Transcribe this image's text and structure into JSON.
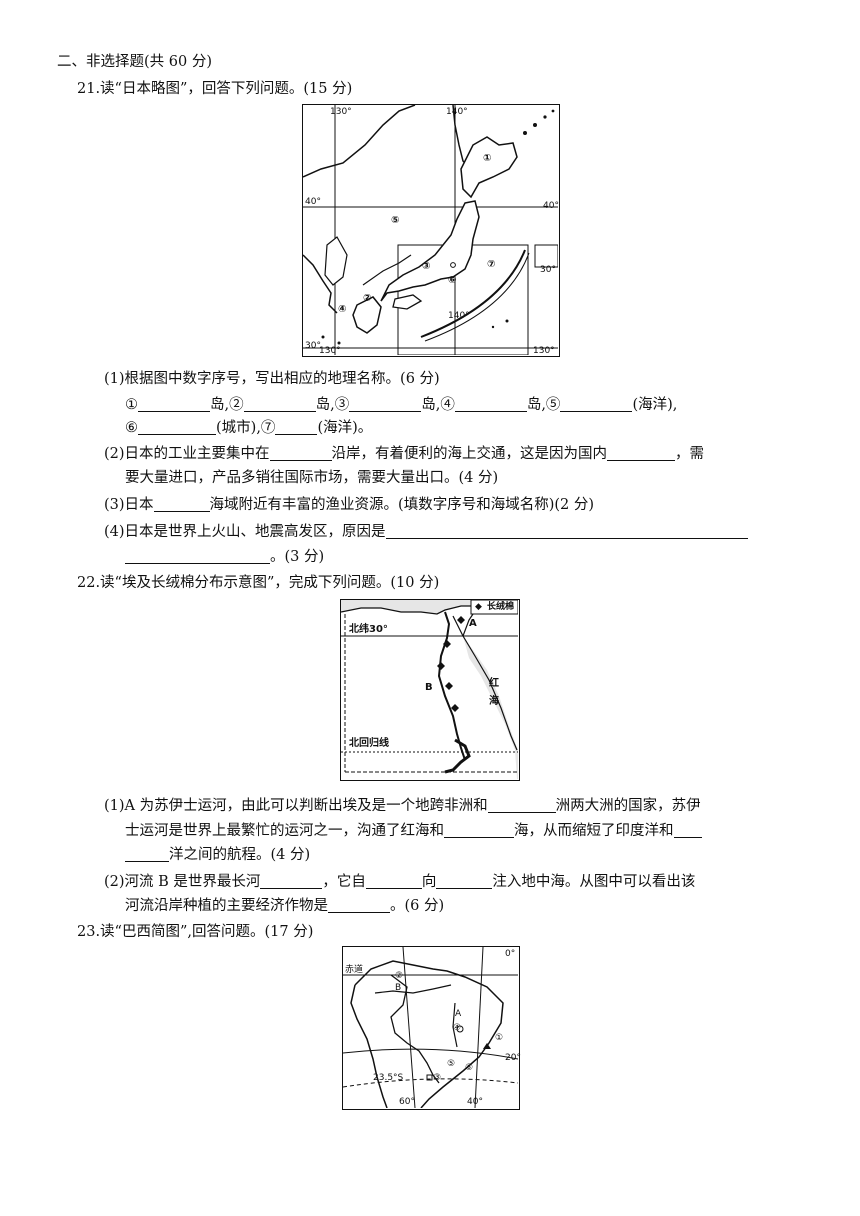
{
  "section_title": "二、非选择题(共 60 分)",
  "q21": {
    "intro": "21.读“日本略图”，回答下列问题。(15 分)",
    "map": {
      "lat_top_left": "130°",
      "lon_top_right": "140°",
      "lat40_left": "40°",
      "lat40_right": "40°",
      "lat30_right": "30°",
      "lat30_left": "30°",
      "lon140_bottom": "140°",
      "lon130_bottom_left": "130°",
      "lon130_bottom_right": "130°",
      "marks": [
        "①",
        "②",
        "③",
        "④",
        "⑤",
        "⑥",
        "⑦"
      ]
    },
    "p1_head": "(1)根据图中数字序号，写出相应的地理名称。(6 分)",
    "p1_l1": [
      "①",
      "岛,②",
      "岛,③",
      "岛,④",
      "岛,⑤",
      "(海洋),"
    ],
    "p1_l2": [
      "⑥",
      "(城市),⑦",
      "(海洋)。"
    ],
    "p2_l1": [
      "(2)日本的工业主要集中在",
      "沿岸，有着便利的海上交通，这是因为国内",
      "，需"
    ],
    "p2_l2": "要大量进口，产品多销往国际市场，需要大量出口。(4 分)",
    "p3": [
      "(3)日本",
      "海域附近有丰富的渔业资源。(填数字序号和海域名称)(2 分)"
    ],
    "p4_l1": "(4)日本是世界上火山、地震高发区，原因是",
    "p4_l2": "。(3 分)"
  },
  "q22": {
    "intro": "22.读“埃及长绒棉分布示意图”，完成下列问题。(10 分)",
    "map": {
      "legend": "长绒棉",
      "lat30": "北纬30°",
      "tropic": "北回归线",
      "label_a": "A",
      "label_b": "B",
      "red_sea_1": "红",
      "red_sea_2": "海"
    },
    "p1_l1": [
      "(1)A 为苏伊士运河，由此可以判断出埃及是一个地跨非洲和",
      "洲两大洲的国家，苏伊"
    ],
    "p1_l2": [
      "士运河是世界上最繁忙的运河之一，沟通了红海和",
      "海，从而缩短了印度洋和"
    ],
    "p1_l3": "洋之间的航程。(4 分)",
    "p2_l1": [
      "(2)河流 B 是世界最长河",
      "，它自",
      "向",
      "注入地中海。从图中可以看出该"
    ],
    "p2_l2": [
      "河流沿岸种植的主要经济作物是",
      "。(6 分)"
    ]
  },
  "q23": {
    "intro": "23.读“巴西简图”,回答问题。(17 分)",
    "map": {
      "equator": "赤道",
      "zero": "0°",
      "tropic": "23.5°S",
      "twenty": "20°",
      "sixty": "60°",
      "forty": "40°",
      "label_a": "A",
      "label_b": "B",
      "marks": [
        "①",
        "②",
        "③",
        "④",
        "⑤",
        "⑥"
      ]
    }
  },
  "colors": {
    "ink": "#111111",
    "map_fill": "#e6e6e6"
  }
}
